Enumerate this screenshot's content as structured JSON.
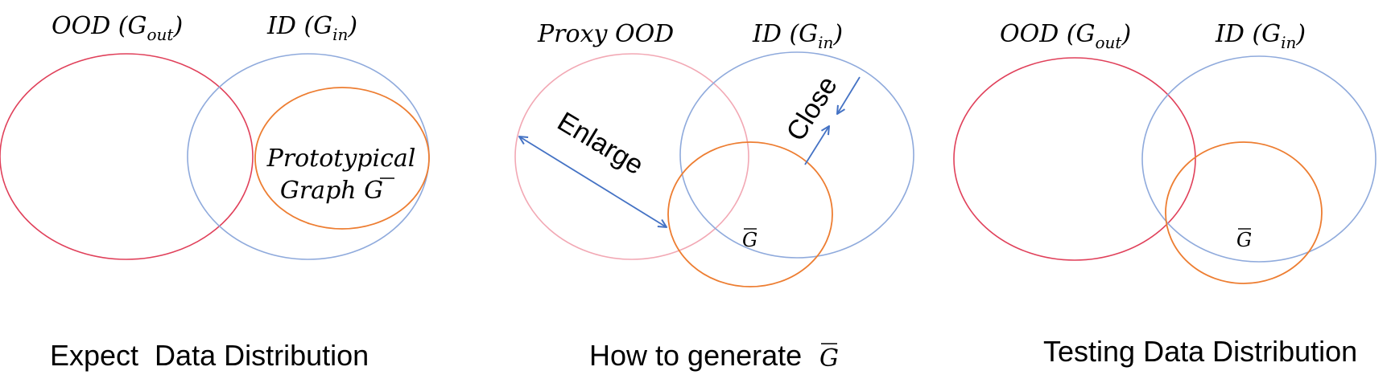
{
  "colors": {
    "ood": "#e0405a",
    "proxy": "#f2a8b4",
    "id": "#8faadc",
    "proto": "#ed7d31",
    "arrow": "#4472c4"
  },
  "panel1": {
    "ood_label": "OOD",
    "ood_sub": "out",
    "id_label": "ID",
    "id_sub": "in",
    "g_letter": "G",
    "proto_line1": "Prototypical",
    "proto_line2": "Graph",
    "caption": "Expect  Data Distribution"
  },
  "panel2": {
    "proxy_label": "Proxy OOD",
    "id_label": "ID",
    "id_sub": "in",
    "g_letter": "G",
    "enlarge": "Enlarge",
    "close": "Close",
    "gbar": "G",
    "caption": "How to generate"
  },
  "panel3": {
    "ood_label": "OOD",
    "ood_sub": "out",
    "id_label": "ID",
    "id_sub": "in",
    "g_letter": "G",
    "gbar": "G",
    "caption": "Testing Data Distribution"
  }
}
